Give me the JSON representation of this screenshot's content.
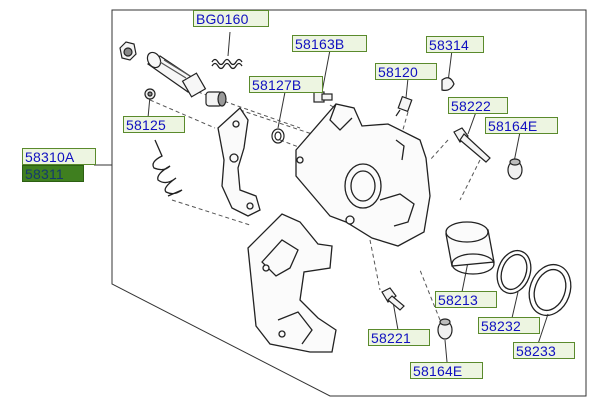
{
  "colors": {
    "label_text": "#1010c0",
    "label_bg": "#edf5e1",
    "label_border": "#5a8a2c",
    "selected_bg": "#3f7f1f",
    "line": "#333333"
  },
  "labels": {
    "bg0160": "BG0160",
    "p58163b": "58163B",
    "p58314": "58314",
    "p58120": "58120",
    "p58127b": "58127B",
    "p58222": "58222",
    "p58125": "58125",
    "p58164e_top": "58164E",
    "p58310a": "58310A",
    "p58311": "58311",
    "p58213": "58213",
    "p58232": "58232",
    "p58221": "58221",
    "p58233": "58233",
    "p58164e_bottom": "58164E"
  }
}
